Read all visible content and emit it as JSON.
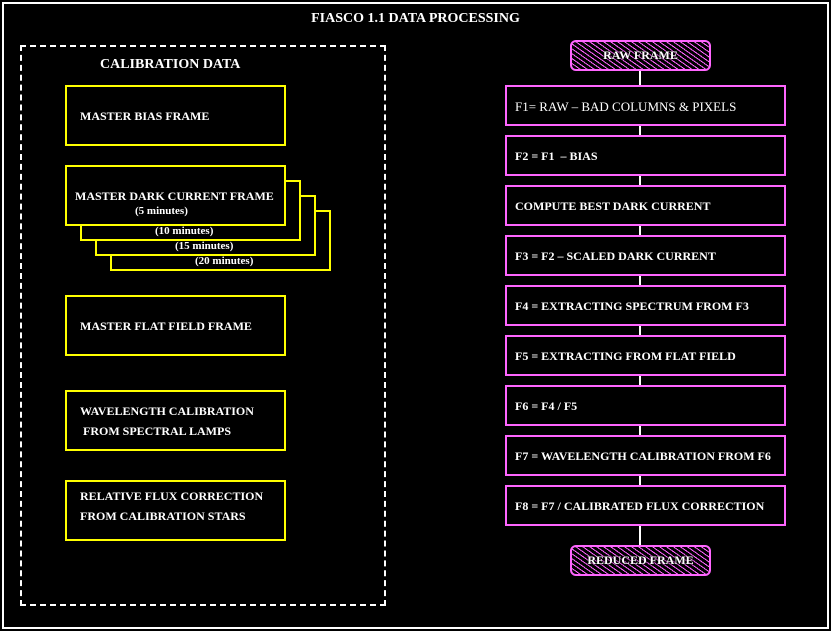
{
  "title": "FIASCO 1.1 DATA PROCESSING",
  "calibration": {
    "heading": "CALIBRATION DATA",
    "bias": "MASTER BIAS FRAME",
    "dark": "MASTER DARK CURRENT FRAME",
    "dark_times": [
      "(5 minutes)",
      "(10 minutes)",
      "(15 minutes)",
      "(20 minutes)"
    ],
    "flat": "MASTER FLAT FIELD FRAME",
    "wave": [
      "WAVELENGTH CALIBRATION",
      " FROM SPECTRAL LAMPS"
    ],
    "flux": [
      "RELATIVE FLUX CORRECTION",
      "FROM CALIBRATION STARS"
    ]
  },
  "pipeline": {
    "start": "RAW FRAME",
    "steps": [
      "F1= RAW – BAD COLUMNS & PIXELS",
      "F2 = F1  – BIAS",
      "COMPUTE BEST DARK CURRENT",
      "F3 = F2 – SCALED DARK CURRENT",
      "F4 = EXTRACTING SPECTRUM FROM F3",
      "F5 = EXTRACTING FROM FLAT FIELD",
      "F6 = F4 / F5",
      "F7 = WAVELENGTH CALIBRATION FROM F6",
      "F8 = F7 / CALIBRATED FLUX CORRECTION"
    ],
    "end": "REDUCED FRAME"
  },
  "colors": {
    "calibration_box": "#ffff00",
    "pipeline_box": "#ff66ff"
  }
}
